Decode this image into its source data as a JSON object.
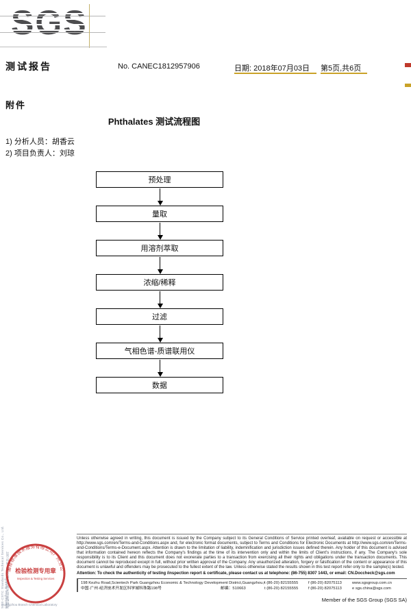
{
  "logo": {
    "text": "SGS"
  },
  "header": {
    "report_title": "测试报告",
    "report_no": "No. CANEC1812957906",
    "date": "日期: 2018年07月03日",
    "page_info": "第5页,共6页"
  },
  "attachment_label": "附件",
  "flow_title": "Phthalates 测试流程图",
  "personnel": [
    "1) 分析人员：胡香云",
    "2) 项目负责人：刘琼"
  ],
  "flowchart": {
    "steps": [
      "预处理",
      "量取",
      "用溶剂萃取",
      "浓缩/稀释",
      "过滤",
      "气相色谱-质谱联用仪",
      "数据"
    ]
  },
  "stamp": {
    "ring_text": "通标标准技术服务有限公司广州分公司",
    "center_line1": "检验检测专用章",
    "center_line2": "Inspection & Testing Services",
    "color": "#c53030"
  },
  "side": {
    "vertical_en": "SGS-CSTC Standards Technical Services Co., Ltd. Guangzhou Branch",
    "vertical_cn": "通标标准技术服务有限公司广州分公司",
    "below_stamp": "Guangzhou Branch Chemical Laboratory"
  },
  "footer": {
    "disclaimer": "Unless otherwise agreed in writing, this document is issued by the Company subject to its General Conditions of Service printed overleaf, available on request or accessible at http://www.sgs.com/en/Terms-and-Conditions.aspx and, for electronic format documents, subject to Terms and Conditions for Electronic Documents at http://www.sgs.com/en/Terms-and-Conditions/Terms-e-Document.aspx. Attention is drawn to the limitation of liability, indemnification and jurisdiction issues defined therein. Any holder of this document is advised that information contained hereon reflects the Company's findings at the time of its intervention only and within the limits of Client's instructions, if any. The Company's sole responsibility is to its Client and this document does not exonerate parties to a transaction from exercising all their rights and obligations under the transaction documents. This document cannot be reproduced except in full, without prior written approval of the Company. Any unauthorized alteration, forgery or falsification of the content or appearance of this document is unlawful and offenders may be prosecuted to the fullest extent of the law. Unless otherwise stated the results shown in this test report refer only to the sample(s) tested.",
    "attention": "Attention: To check the authenticity of testing /inspection report & certificate, please contact us at telephone: (86-755) 8307 1443, or email: CN.Doccheck@sgs.com",
    "address_en": {
      "address": "198 Kezhu Road,Scientech Park Guangzhou Economic & Technology Development District,Guangzhou,China 510663",
      "t": "t (86-20) 82155555",
      "f": "f (86-20) 82075113",
      "web": "www.sgsgroup.com.cn"
    },
    "address_cn": {
      "address": "中国·广州·经济技术开发区科学城科珠路198号",
      "zip": "邮编：510663",
      "t": "t (86-20) 82155555",
      "f": "f (86-20) 82075113",
      "email": "e sgs.china@sgs.com"
    },
    "member": "Member of the SGS Group (SGS SA)"
  },
  "colors": {
    "accent_gold": "#c9a227",
    "accent_red": "#c0392b",
    "stamp_red": "#c53030"
  }
}
